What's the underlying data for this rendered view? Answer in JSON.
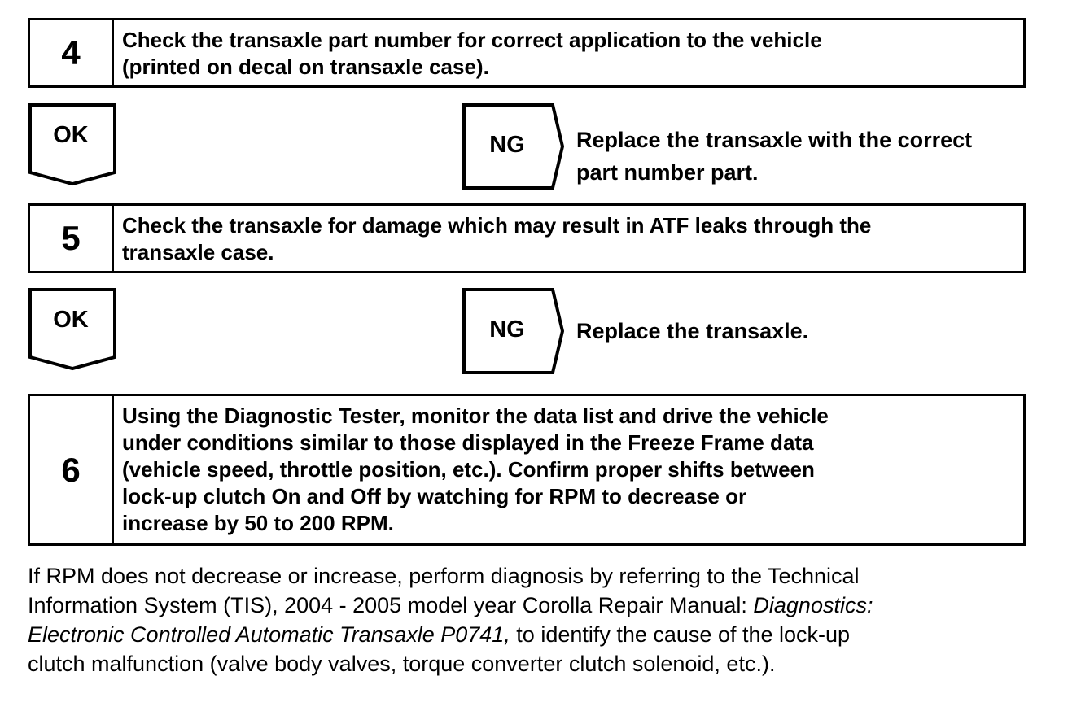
{
  "steps": [
    {
      "number": "4",
      "text_lines": [
        "Check the transaxle part number for correct application to the vehicle",
        "(printed on decal on transaxle case)."
      ]
    },
    {
      "number": "5",
      "text_lines": [
        "Check the transaxle for damage which may result in ATF leaks through the",
        "transaxle case."
      ]
    },
    {
      "number": "6",
      "text_lines": [
        "Using the Diagnostic Tester, monitor the data list and drive the vehicle",
        "under conditions similar to those displayed in the Freeze Frame data",
        "(vehicle speed, throttle position, etc.).  Confirm proper shifts between",
        "lock-up clutch On and Off by watching for RPM to decrease or",
        "increase by 50 to 200 RPM."
      ]
    }
  ],
  "branches": [
    {
      "ok_label": "OK",
      "ng_label": "NG",
      "ng_action_lines": [
        "Replace the transaxle with the correct",
        "part number part."
      ]
    },
    {
      "ok_label": "OK",
      "ng_label": "NG",
      "ng_action_lines": [
        "Replace the transaxle."
      ]
    }
  ],
  "footer": {
    "line1": "If RPM does not decrease or increase, perform diagnosis by referring to the Technical",
    "line2_plain": "Information System (TIS), 2004 - 2005 model year Corolla Repair Manual: ",
    "line2_italic": "Diagnostics:",
    "line3_italic": "Electronic Controlled Automatic Transaxle P0741,",
    "line3_plain": " to identify the cause of the lock-up",
    "line4": "clutch malfunction (valve body valves, torque converter clutch solenoid, etc.)."
  }
}
